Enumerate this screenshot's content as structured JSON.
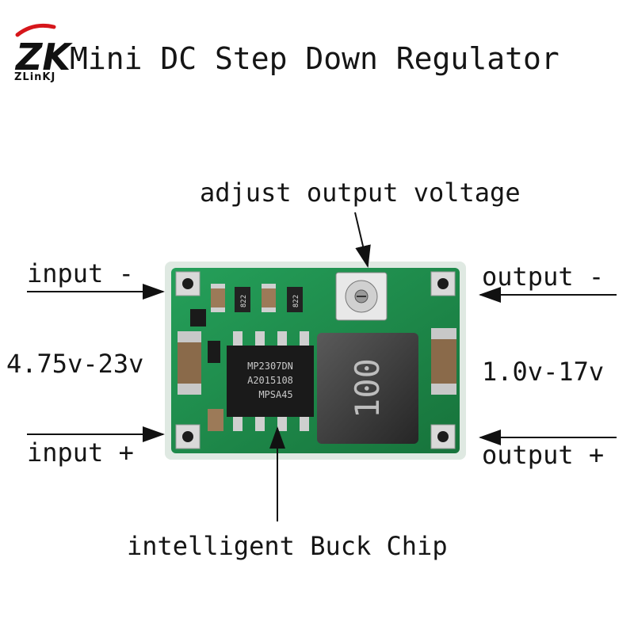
{
  "brand": {
    "logo_mark": "ZK",
    "logo_text": "ZLinKJ"
  },
  "title": "Mini DC Step Down Regulator",
  "labels": {
    "adjust": "adjust output voltage",
    "input_neg": "input -",
    "input_pos": "input +",
    "output_neg": "output -",
    "output_pos": "output +",
    "input_range": "4.75v-23v",
    "output_range": "1.0v-17v",
    "chip": "intelligent Buck Chip"
  },
  "board": {
    "chip_lines": [
      "MP2307DN",
      "A2015108",
      "MPSA45"
    ],
    "inductor_marking": "100",
    "resistor_markings": [
      "822",
      "822"
    ],
    "colors": {
      "pcb": "#1e8a4a",
      "chip": "#1a1a1a",
      "inductor": "#3a3a3a",
      "capacitor": "#8a6a4a"
    }
  }
}
